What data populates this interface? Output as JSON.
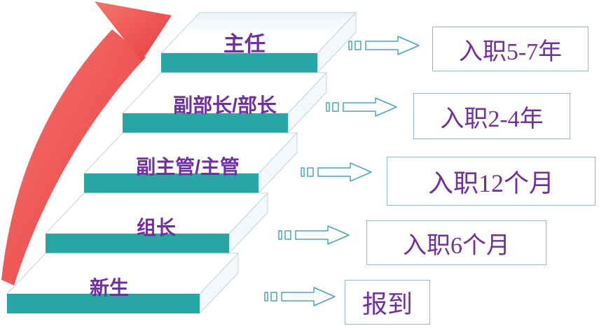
{
  "diagram": {
    "title_implied": "",
    "steps": [
      {
        "label": "新生",
        "duration": "报到"
      },
      {
        "label": "组长",
        "duration": "入职6个月"
      },
      {
        "label": "副主管/主管",
        "duration": "入职12个月"
      },
      {
        "label": "副部长/部长",
        "duration": "入职2-4年"
      },
      {
        "label": "主任",
        "duration": "入职5-7年"
      }
    ],
    "icons": {
      "ascending_arrow": "red curved arrow pointing up-right",
      "striped_arrow": "striped right arrow connector"
    },
    "colors": {
      "step_front": "#29A5A5",
      "text_purple": "#7030A0",
      "box_border": "#8FBCCB",
      "striped_arrow_outline": "#4AA5B5",
      "ascending_arrow_red": "#EF4B4B"
    }
  }
}
